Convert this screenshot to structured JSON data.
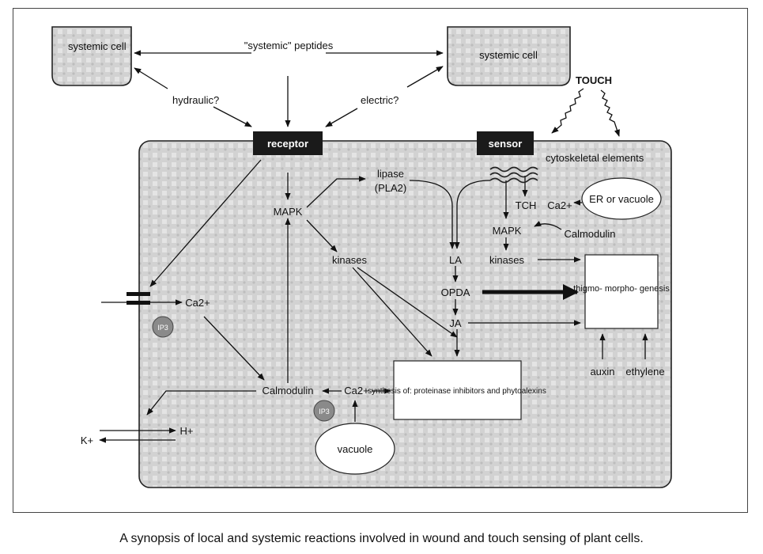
{
  "labels": {
    "systemic_cell_left": "systemic cell",
    "systemic_peptides": "\"systemic\" peptides",
    "systemic_cell_right": "systemic cell",
    "hydraulic": "hydraulic?",
    "electric": "electric?",
    "touch": "TOUCH",
    "receptor": "receptor",
    "sensor": "sensor",
    "cytoskeletal": "cytoskeletal elements",
    "lipase": "lipase",
    "pla2": "(PLA2)",
    "mapk_left": "MAPK",
    "kinases_left": "kinases",
    "tch": "TCH",
    "ca_right": "Ca2+",
    "er_vacuole": "ER or vacuole",
    "mapk_right": "MAPK",
    "calmodulin_right": "Calmodulin",
    "kinases_right": "kinases",
    "la": "LA",
    "opda": "OPDA",
    "ja": "JA",
    "thigmo": "thigmo- morpho- genesis",
    "ca_left": "Ca2+",
    "ip3_left": "IP3",
    "auxin": "auxin",
    "ethylene": "ethylene",
    "synthesis": "synthesis of: proteinase inhibitors and phytoalexins",
    "calmodulin_bottom": "Calmodulin",
    "ca_bottom": "Ca2+",
    "ip3_bottom": "IP3",
    "hplus": "H+",
    "kplus": "K+",
    "vacuole": "vacuole"
  },
  "caption": "A synopsis of local and systemic reactions involved in wound and touch sensing of plant cells."
}
